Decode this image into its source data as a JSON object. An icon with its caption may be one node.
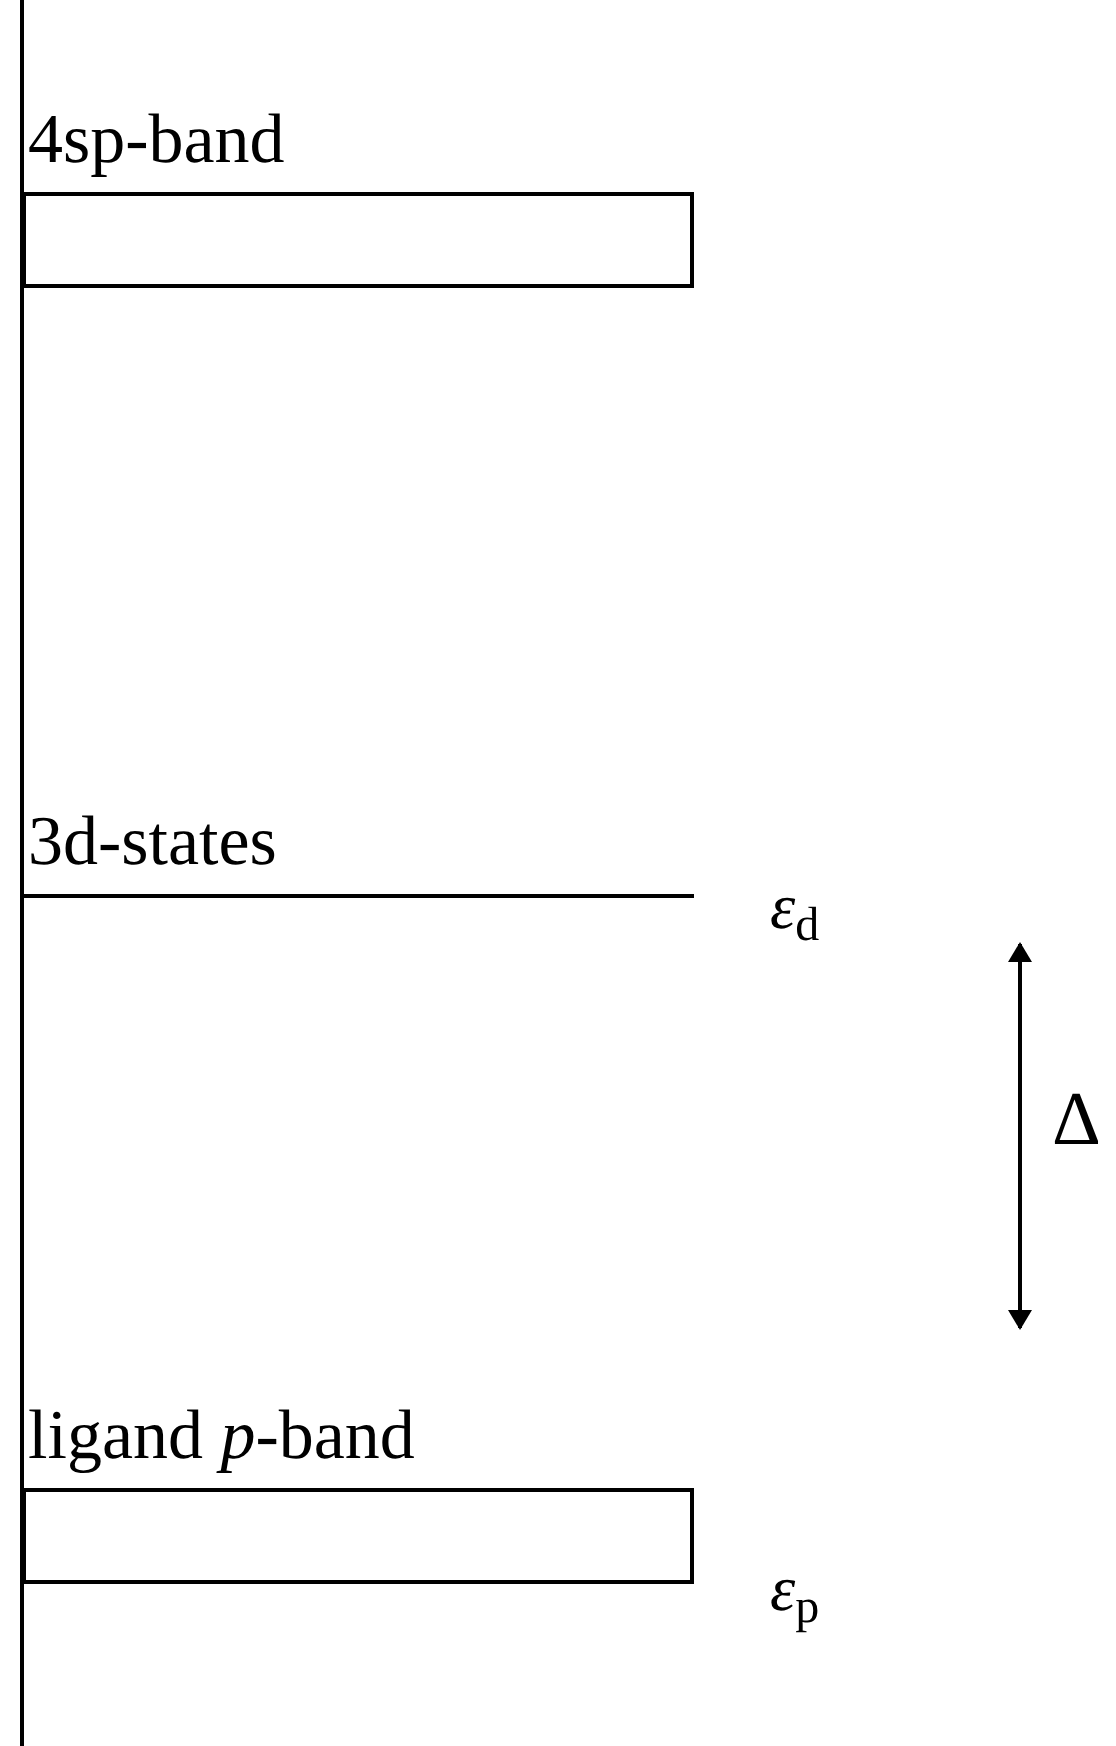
{
  "diagram": {
    "nodes": [
      {
        "text": [
          "4sp-band"
        ]
      },
      {
        "text": [
          "3d-states"
        ],
        "beside": [
          "*ε*$_{d}$"
        ]
      },
      {
        "text": [
          "ligand *p*-band"
        ],
        "beside": [
          "*ε*$_{p}$"
        ]
      }
    ],
    "labels": [
      "Δ"
    ]
  }
}
